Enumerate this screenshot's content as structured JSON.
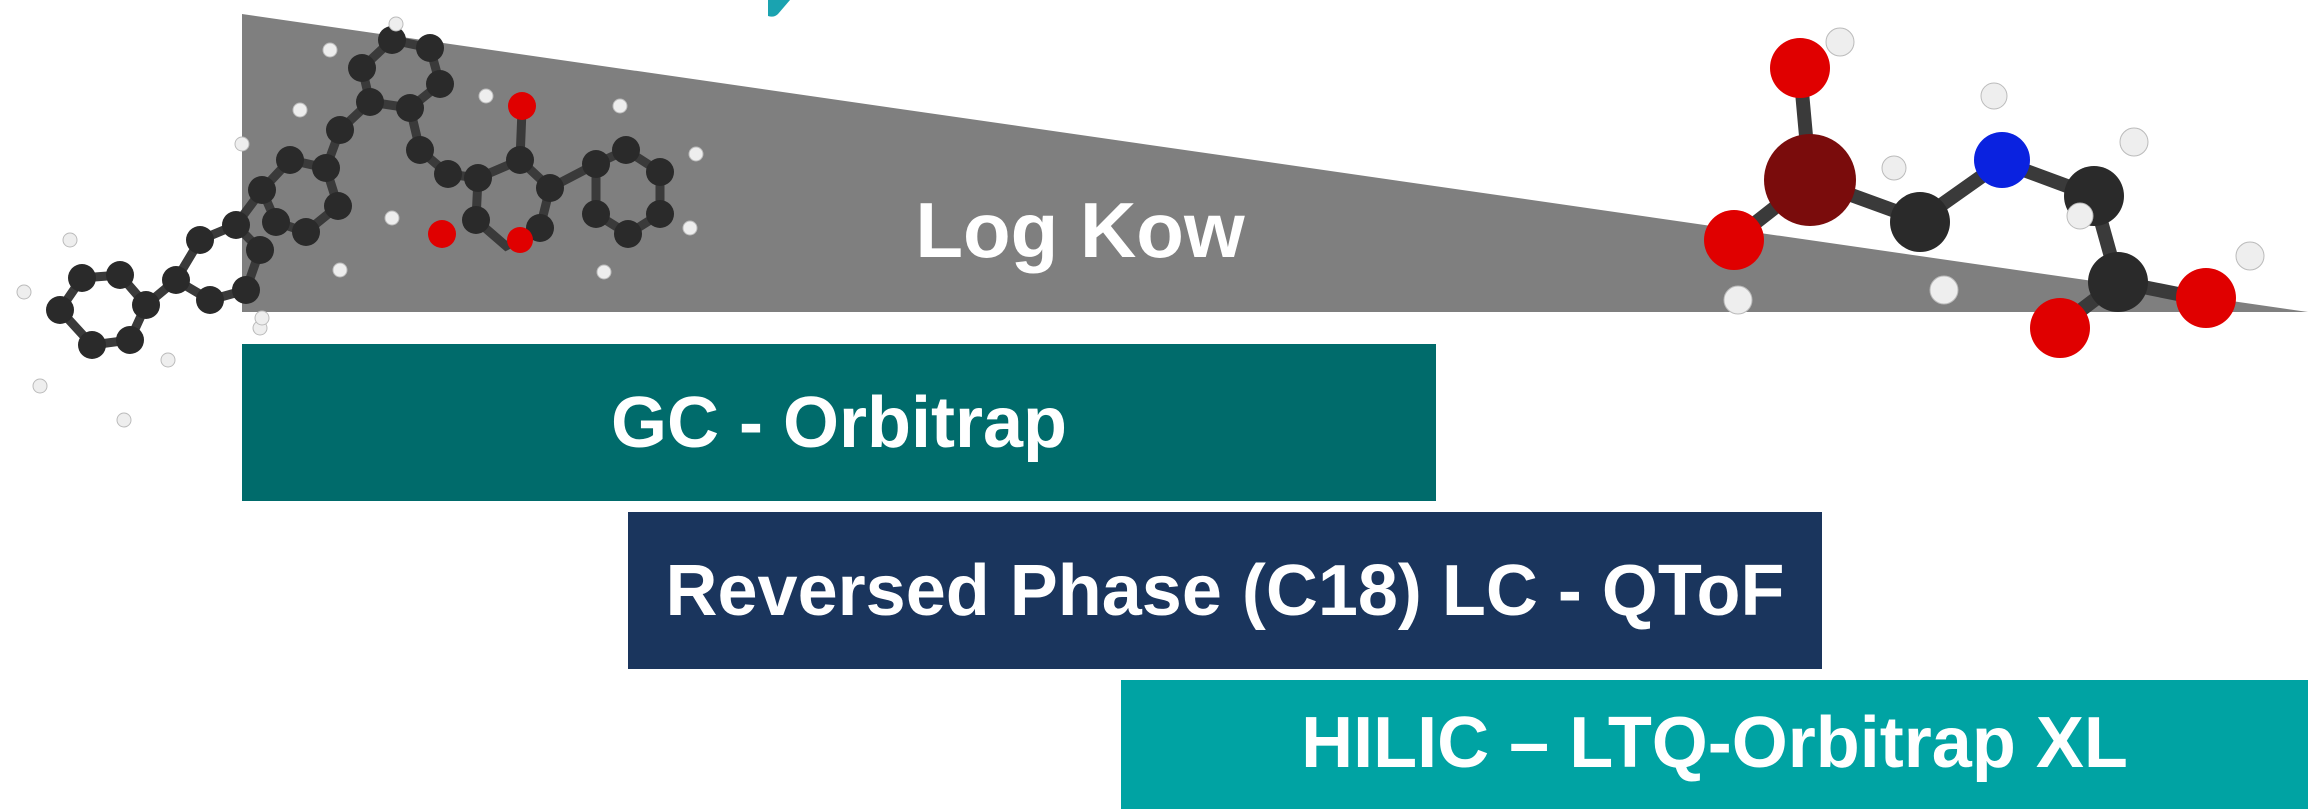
{
  "diagram": {
    "wedge": {
      "label": "Log Kow",
      "color": "#7f7f7f"
    },
    "bars": [
      {
        "id": "gc",
        "label": "GC - Orbitrap",
        "color": "#006b6b"
      },
      {
        "id": "rp",
        "label": "Reversed Phase (C18) LC - QToF",
        "color": "#1a355d"
      },
      {
        "id": "hilic",
        "label": "HILIC – LTQ-Orbitrap XL",
        "color": "#00a3a3"
      }
    ]
  }
}
